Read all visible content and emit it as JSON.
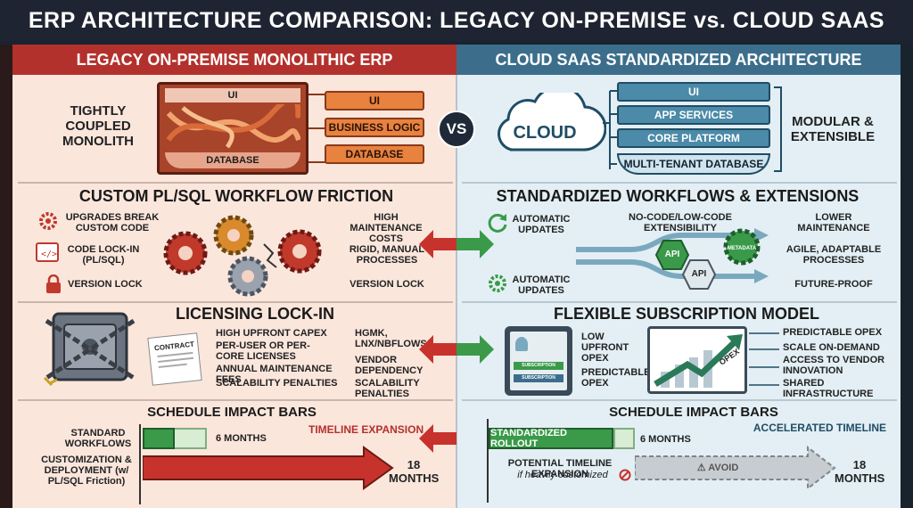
{
  "title": "ERP ARCHITECTURE COMPARISON: LEGACY ON-PREMISE vs. CLOUD SAAS",
  "vs": "VS",
  "colors": {
    "legacy_accent": "#b3312c",
    "cloud_accent": "#3c6e8c",
    "green": "#3a9a4a",
    "orange": "#e8823f"
  },
  "legacy": {
    "header": "LEGACY ON-PREMISE MONOLITHIC ERP",
    "monolith_label": "TIGHTLY COUPLED MONOLITH",
    "mono_ui": "UI",
    "mono_db": "DATABASE",
    "stack": [
      "UI",
      "BUSINESS LOGIC",
      "DATABASE"
    ],
    "workflow": {
      "title": "CUSTOM PL/SQL WORKFLOW FRICTION",
      "left_items": [
        "UPGRADES BREAK CUSTOM CODE",
        "CODE LOCK-IN (PL/SQL)",
        "VERSION LOCK"
      ],
      "right_items": [
        "HIGH MAINTENANCE COSTS",
        "RIGID, MANUAL PROCESSES",
        "VERSION LOCK"
      ]
    },
    "licensing": {
      "title": "LICENSING LOCK-IN",
      "contract": "CONTRACT",
      "items": [
        "HIGH UPFRONT CAPEX",
        "PER-USER OR PER-CORE LICENSES",
        "ANNUAL MAINTENANCE FEES",
        "SCALABILITY PENALTIES"
      ],
      "right_items": [
        "HGMK, LNX/NBFLOWS",
        "VENDOR DEPENDENCY",
        "SCALABILITY PENALTIES"
      ]
    },
    "schedule": {
      "title": "SCHEDULE IMPACT BARS",
      "expansion": "TIMELINE EXPANSION",
      "rows": [
        {
          "label": "STANDARD WORKFLOWS",
          "value": "6 MONTHS"
        },
        {
          "label": "CUSTOMIZATION & DEPLOYMENT (w/ PL/SQL Friction)",
          "value": "18 MONTHS"
        }
      ]
    }
  },
  "cloud": {
    "header": "CLOUD SAAS STANDARDIZED ARCHITECTURE",
    "cloud_label": "CLOUD",
    "stack": [
      "UI",
      "APP SERVICES",
      "CORE PLATFORM",
      "MULTI-TENANT DATABASE"
    ],
    "modular_label": "MODULAR & EXTENSIBLE",
    "workflow": {
      "title": "STANDARDIZED WORKFLOWS & EXTENSIONS",
      "left_items": [
        "AUTOMATIC UPDATES",
        "AUTOMATIC UPDATES"
      ],
      "center": "NO-CODE/LOW-CODE EXTENSIBILITY",
      "api": "API",
      "metadata": "METADATA",
      "right_items": [
        "LOWER MAINTENANCE",
        "AGILE, ADAPTABLE PROCESSES",
        "FUTURE-PROOF"
      ]
    },
    "subscription": {
      "title": "FLEXIBLE SUBSCRIPTION MODEL",
      "tablet_items": [
        "LOW UPFRONT OPEX",
        "PREDICTABLE OPEX"
      ],
      "tablet_btn1": "SUBSCRIPTION",
      "tablet_btn2": "SUBSCRIPTION",
      "chart_label": "OPEX",
      "items": [
        "PREDICTABLE OPEX",
        "SCALE ON-DEMAND",
        "ACCESS TO VENDOR INNOVATION",
        "SHARED INFRASTRUCTURE"
      ]
    },
    "schedule": {
      "title": "SCHEDULE IMPACT BARS",
      "accelerated": "ACCELERATED TIMELINE",
      "rollout_label": "STANDARDIZED ROLLOUT",
      "rollout_value": "6 MONTHS",
      "expansion_label": "POTENTIAL TIMELINE EXPANSION",
      "expansion_sub": "if heavily customized",
      "avoid": "⚠ AVOID",
      "expansion_value": "18 MONTHS"
    }
  }
}
